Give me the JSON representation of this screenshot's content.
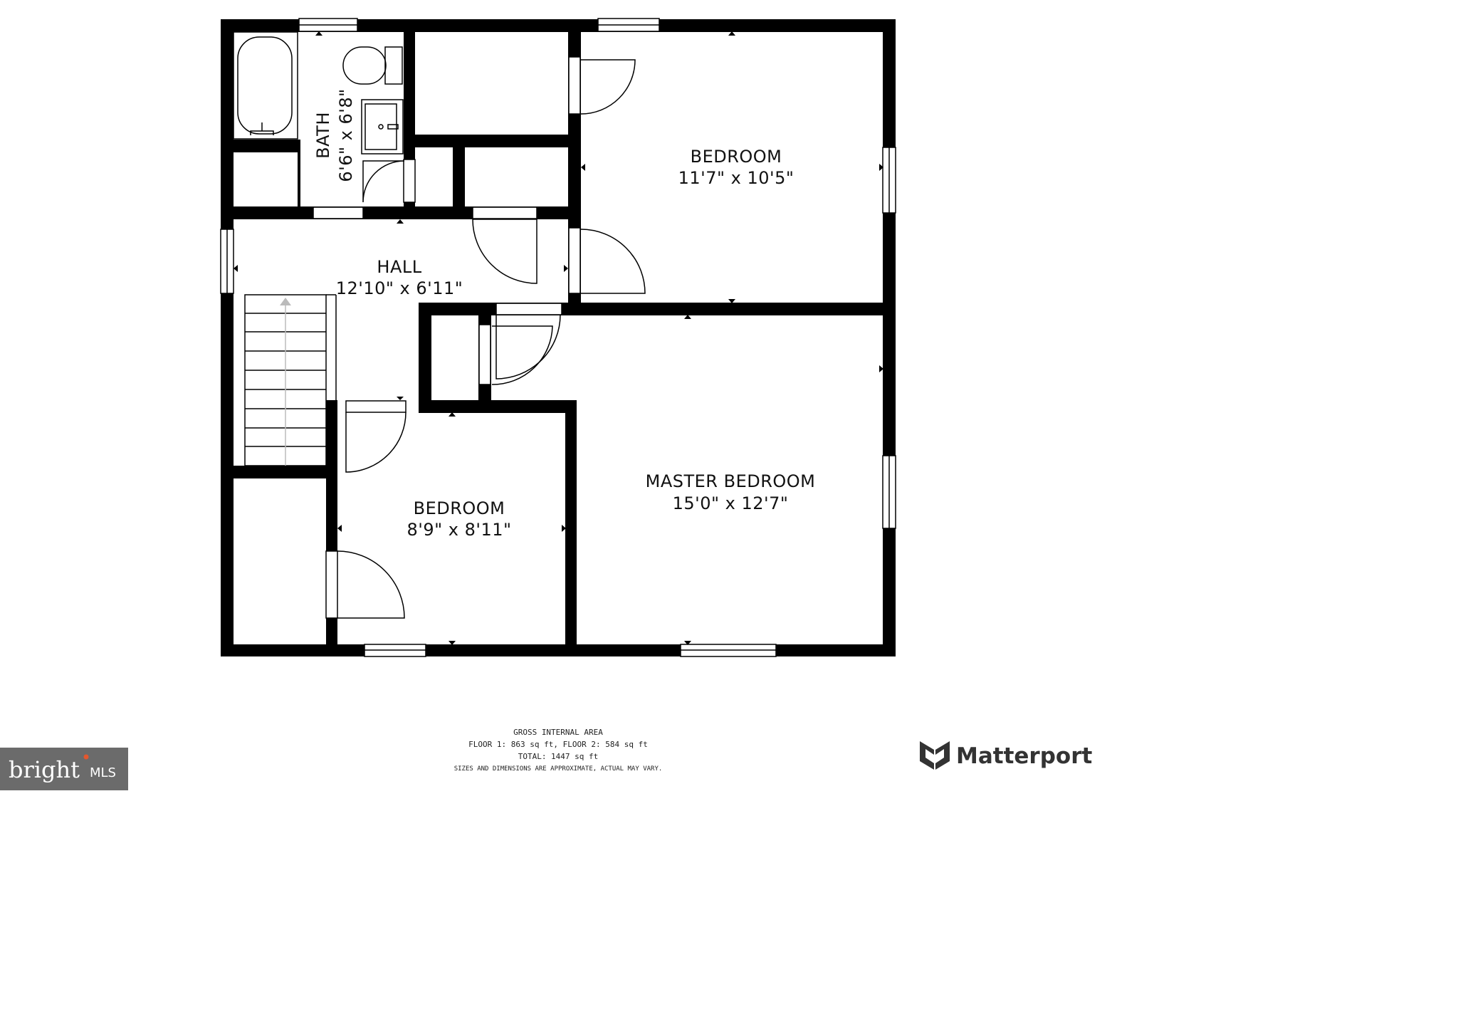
{
  "rooms": {
    "bath": {
      "name": "BATH",
      "dims": "6'6\" x 6'8\""
    },
    "bedroom_top": {
      "name": "BEDROOM",
      "dims": "11'7\" x 10'5\""
    },
    "hall": {
      "name": "HALL",
      "dims": "12'10\" x 6'11\""
    },
    "master": {
      "name": "MASTER BEDROOM",
      "dims": "15'0\" x 12'7\""
    },
    "bedroom_small": {
      "name": "BEDROOM",
      "dims": "8'9\" x 8'11\""
    }
  },
  "area": {
    "title": "GROSS INTERNAL AREA",
    "floors": "FLOOR 1: 863 sq ft, FLOOR 2: 584 sq ft",
    "total": "TOTAL: 1447 sq ft",
    "disclaimer": "SIZES AND DIMENSIONS ARE APPROXIMATE, ACTUAL MAY VARY."
  },
  "brand": {
    "bright": "bright",
    "mls": "MLS",
    "matterport": "Matterport"
  },
  "colors": {
    "wall": "#000000",
    "accent": "#e4572e",
    "badge_bg": "#6b6b6b"
  }
}
